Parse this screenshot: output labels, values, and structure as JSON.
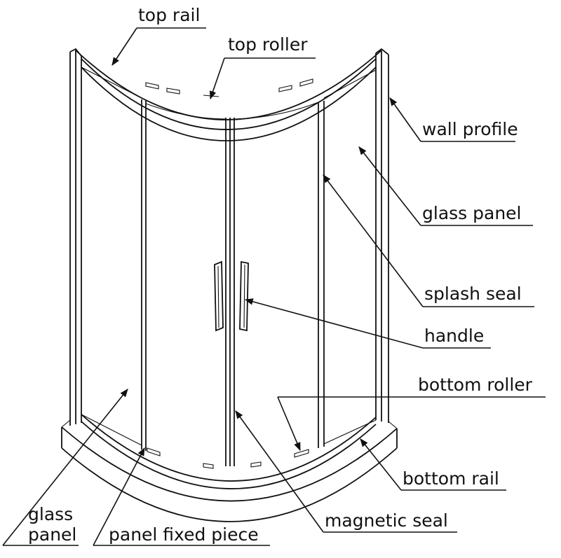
{
  "labels": {
    "top_rail": "top rail",
    "top_roller": "top roller",
    "wall_profile": "wall profile",
    "glass_panel_right": "glass panel",
    "splash_seal": "splash seal",
    "handle": "handle",
    "bottom_roller": "bottom roller",
    "bottom_rail": "bottom rail",
    "magnetic_seal": "magnetic seal",
    "panel_fixed_piece": "panel fixed piece",
    "glass_panel_left_line1": "glass",
    "glass_panel_left_line2": "panel"
  },
  "colors": {
    "line": "#111111",
    "background": "#ffffff"
  }
}
